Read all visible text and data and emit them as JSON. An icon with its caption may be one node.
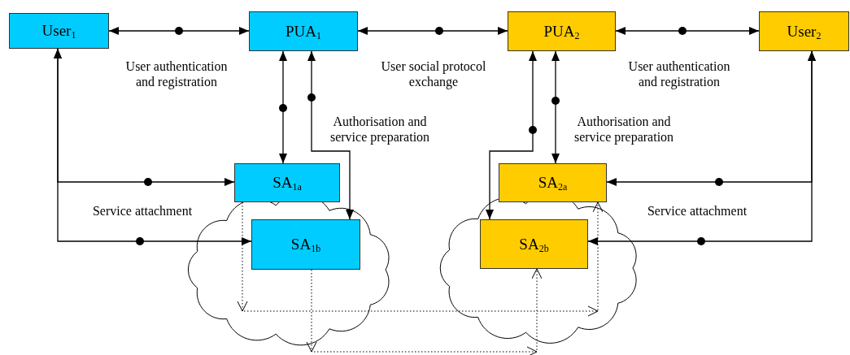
{
  "diagram": {
    "nodes": [
      {
        "text": [
          "User$_{1}$"
        ]
      },
      {
        "text": [
          "PUA$_{1}$"
        ]
      },
      {
        "text": [
          "PUA$_{2}$"
        ]
      },
      {
        "text": [
          "User$_{2}$"
        ]
      },
      {
        "text": [
          "SA$_{1a}$"
        ]
      },
      {
        "text": [
          "SA$_{1b}$"
        ]
      },
      {
        "text": [
          "SA$_{2a}$"
        ]
      },
      {
        "text": [
          "SA$_{2b}$"
        ]
      }
    ],
    "edges": [
      {
        "from": 0,
        "to": 1,
        "arrow": "both",
        "label": "User authentication and registration"
      },
      {
        "from": 1,
        "to": 2,
        "arrow": "both",
        "label": "User social protocol exchange"
      },
      {
        "from": 2,
        "to": 3,
        "arrow": "both",
        "label": "User authentication and registration"
      },
      {
        "from": 1,
        "to": 4,
        "arrow": "both"
      },
      {
        "from": 1,
        "to": 5,
        "arrow": "both"
      },
      {
        "from": 2,
        "to": 7,
        "arrow": "both"
      },
      {
        "from": 2,
        "to": 6,
        "arrow": "both"
      },
      {
        "from": 0,
        "to": 4,
        "arrow": "both"
      },
      {
        "from": 0,
        "to": 5,
        "arrow": "both"
      },
      {
        "from": 3,
        "to": 6,
        "arrow": "both"
      },
      {
        "from": 3,
        "to": 7,
        "arrow": "both"
      },
      {
        "from": 4,
        "to": 6,
        "arrow": "to",
        "style": "dashed"
      },
      {
        "from": 5,
        "to": 7,
        "arrow": "to",
        "style": "dashed"
      }
    ],
    "labels": [
      "Authorisation and service preparation",
      "Authorisation and service preparation",
      "Service attachment",
      "Service attachment"
    ]
  }
}
